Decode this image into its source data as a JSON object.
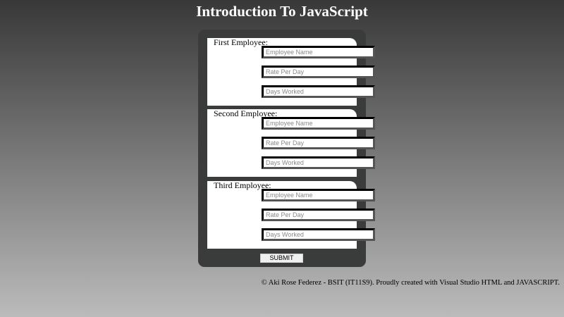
{
  "page": {
    "title": "Introduction To JavaScript"
  },
  "form": {
    "employees": [
      {
        "label": "First Employee:",
        "fields": [
          {
            "name": "employee-name",
            "value": "",
            "placeholder": "Employee Name"
          },
          {
            "name": "rate-per-day",
            "value": "",
            "placeholder": "Rate Per Day"
          },
          {
            "name": "days-worked",
            "value": "",
            "placeholder": "Days Worked"
          }
        ]
      },
      {
        "label": "Second Employee:",
        "fields": [
          {
            "name": "employee-name",
            "value": "",
            "placeholder": "Employee Name"
          },
          {
            "name": "rate-per-day",
            "value": "",
            "placeholder": "Rate Per Day"
          },
          {
            "name": "days-worked",
            "value": "",
            "placeholder": "Days Worked"
          }
        ]
      },
      {
        "label": "Third Employee:",
        "fields": [
          {
            "name": "employee-name",
            "value": "",
            "placeholder": "Employee Name"
          },
          {
            "name": "rate-per-day",
            "value": "",
            "placeholder": "Rate Per Day"
          },
          {
            "name": "days-worked",
            "value": "",
            "placeholder": "Days Worked"
          }
        ]
      }
    ],
    "submit_label": "SUBMIT"
  },
  "footer": {
    "text": "© Aki Rose Federez - BSIT (IT11S9). Proudly created with Visual Studio HTML and JAVASCRIPT."
  },
  "colors": {
    "background_top": "#383838",
    "background_bottom": "#bbbbbb",
    "panel": "#3a3b3b",
    "card": "#ffffff",
    "title_text": "#ffffff"
  }
}
